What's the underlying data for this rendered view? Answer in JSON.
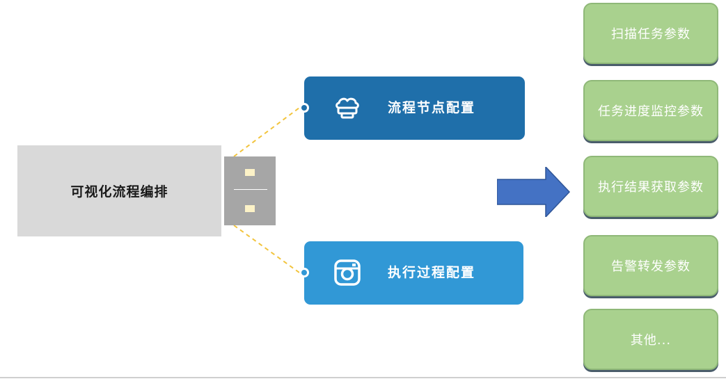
{
  "main": {
    "title": "可视化流程编排"
  },
  "nodes": [
    {
      "label": "流程节点配置",
      "icon": "cloud-server-icon",
      "color": "#1f6faa"
    },
    {
      "label": "执行过程配置",
      "icon": "camera-icon",
      "color": "#3198d6"
    }
  ],
  "params": [
    {
      "label": "扫描任务参数"
    },
    {
      "label": "任务进度监控参数"
    },
    {
      "label": "执行结果获取参数"
    },
    {
      "label": "告警转发参数"
    },
    {
      "label": "其他..."
    }
  ],
  "colors": {
    "main_block": "#d9d9d9",
    "connector_block": "#a6a6a6",
    "connector_line": "#f2c43d",
    "arrow": "#4472c4",
    "param_fill": "#a9d18e"
  }
}
